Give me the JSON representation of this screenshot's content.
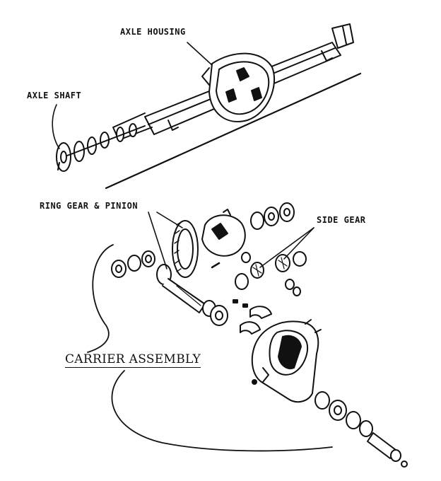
{
  "labels": {
    "axle_housing": "AXLE HOUSING",
    "axle_shaft": "AXLE SHAFT",
    "ring_gear_pinion": "RING GEAR & PINION",
    "side_gear": "SIDE GEAR",
    "carrier_assembly": "CARRIER ASSEMBLY"
  },
  "colors": {
    "ink": "#111111",
    "paper": "#ffffff"
  }
}
